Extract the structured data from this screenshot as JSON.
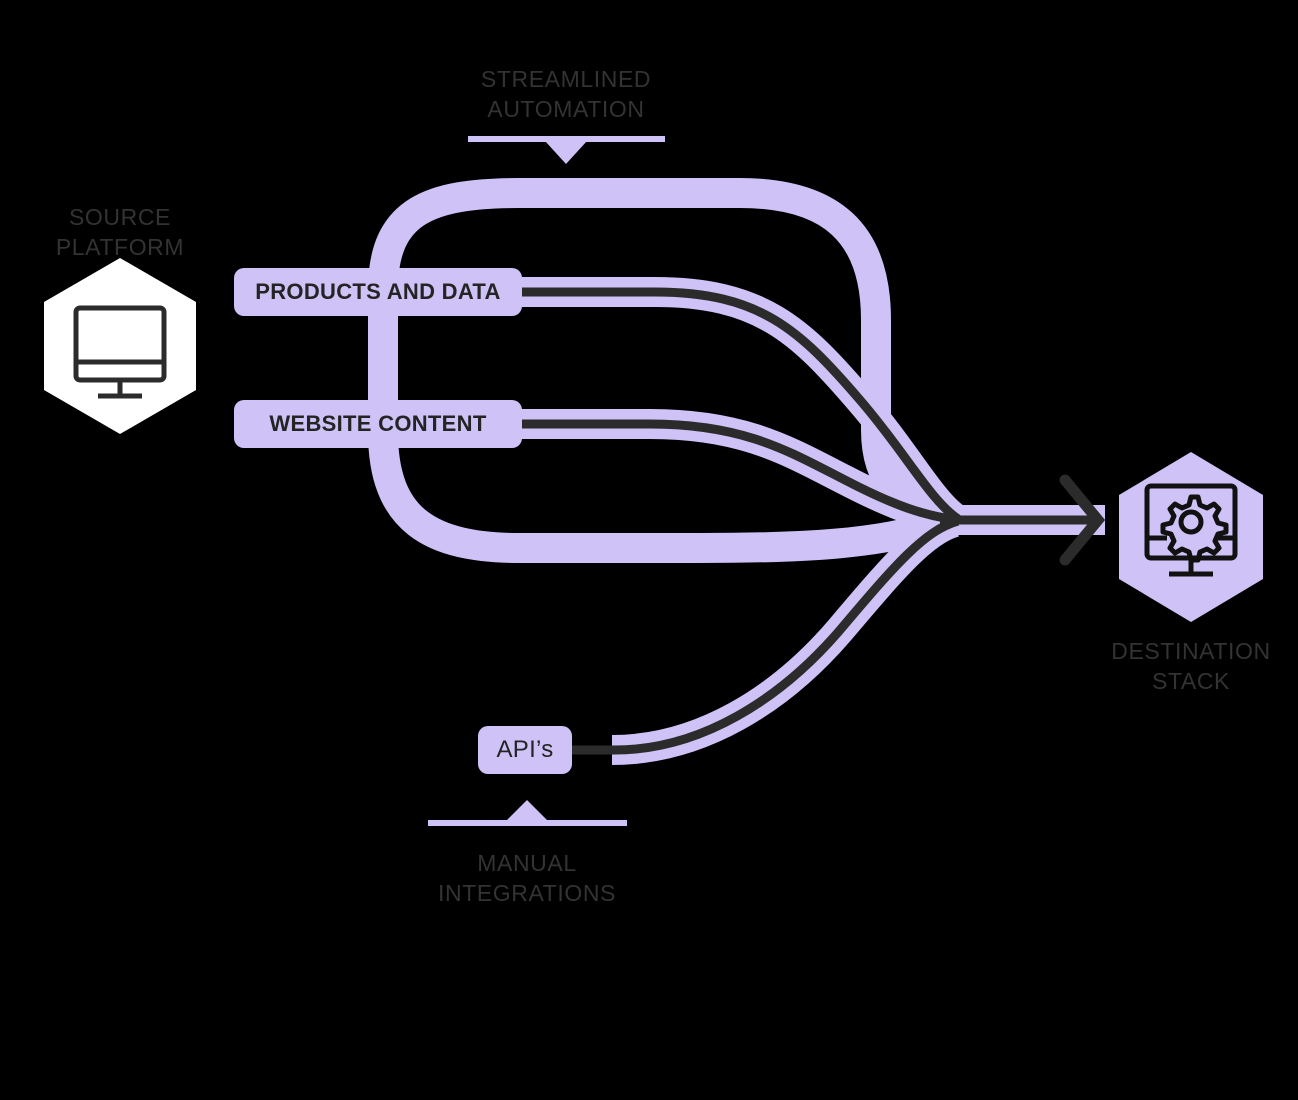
{
  "diagram": {
    "title_hidden": "",
    "colors": {
      "purple_band": "#CEC2F7",
      "dark_line": "#2B2B2B",
      "caption_text": "#333333",
      "pill_text": "#242424",
      "hex_source_fill": "#FFFFFF",
      "hex_destination_fill": "#CEC2F7",
      "background": "#000000"
    },
    "nodes": {
      "source": {
        "caption": "SOURCE\nPLATFORM",
        "icon": "desktop-monitor-icon"
      },
      "destination": {
        "caption": "DESTINATION\nSTACK",
        "icon": "monitor-gear-icon"
      }
    },
    "sections": [
      {
        "id": "streamlined-automation",
        "caption": "STREAMLINED\nAUTOMATION",
        "pointer": "down"
      },
      {
        "id": "manual-integrations",
        "caption": "MANUAL\nINTEGRATIONS",
        "pointer": "up"
      }
    ],
    "flow_labels": [
      {
        "id": "products-and-data",
        "text": "PRODUCTS AND DATA"
      },
      {
        "id": "website-content",
        "text": "WEBSITE CONTENT"
      },
      {
        "id": "apis",
        "text": "API’s"
      }
    ],
    "arrow": {
      "id": "destination-arrowhead",
      "direction": "right"
    }
  }
}
